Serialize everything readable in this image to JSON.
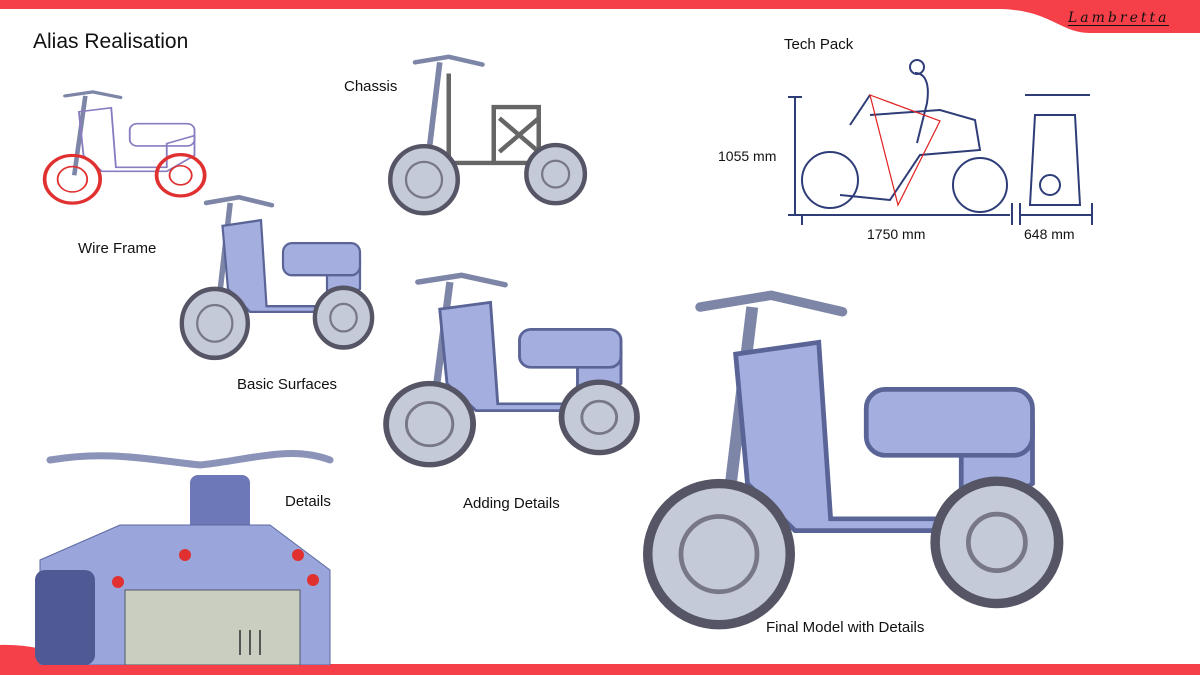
{
  "slide": {
    "title": "Alias Realisation",
    "brand_logo": "Lambretta",
    "colors": {
      "accent": "#f5404a",
      "sketch": "#2e3d78",
      "surface": "#8f9cd6"
    }
  },
  "labels": {
    "wire_frame": "Wire Frame",
    "chassis": "Chassis",
    "basic_surfaces": "Basic Surfaces",
    "adding_details": "Adding Details",
    "details": "Details",
    "final_model": "Final Model with Details",
    "tech_pack": "Tech Pack"
  },
  "tech_pack": {
    "height": "1055 mm",
    "length": "1750 mm",
    "width": "648 mm"
  }
}
